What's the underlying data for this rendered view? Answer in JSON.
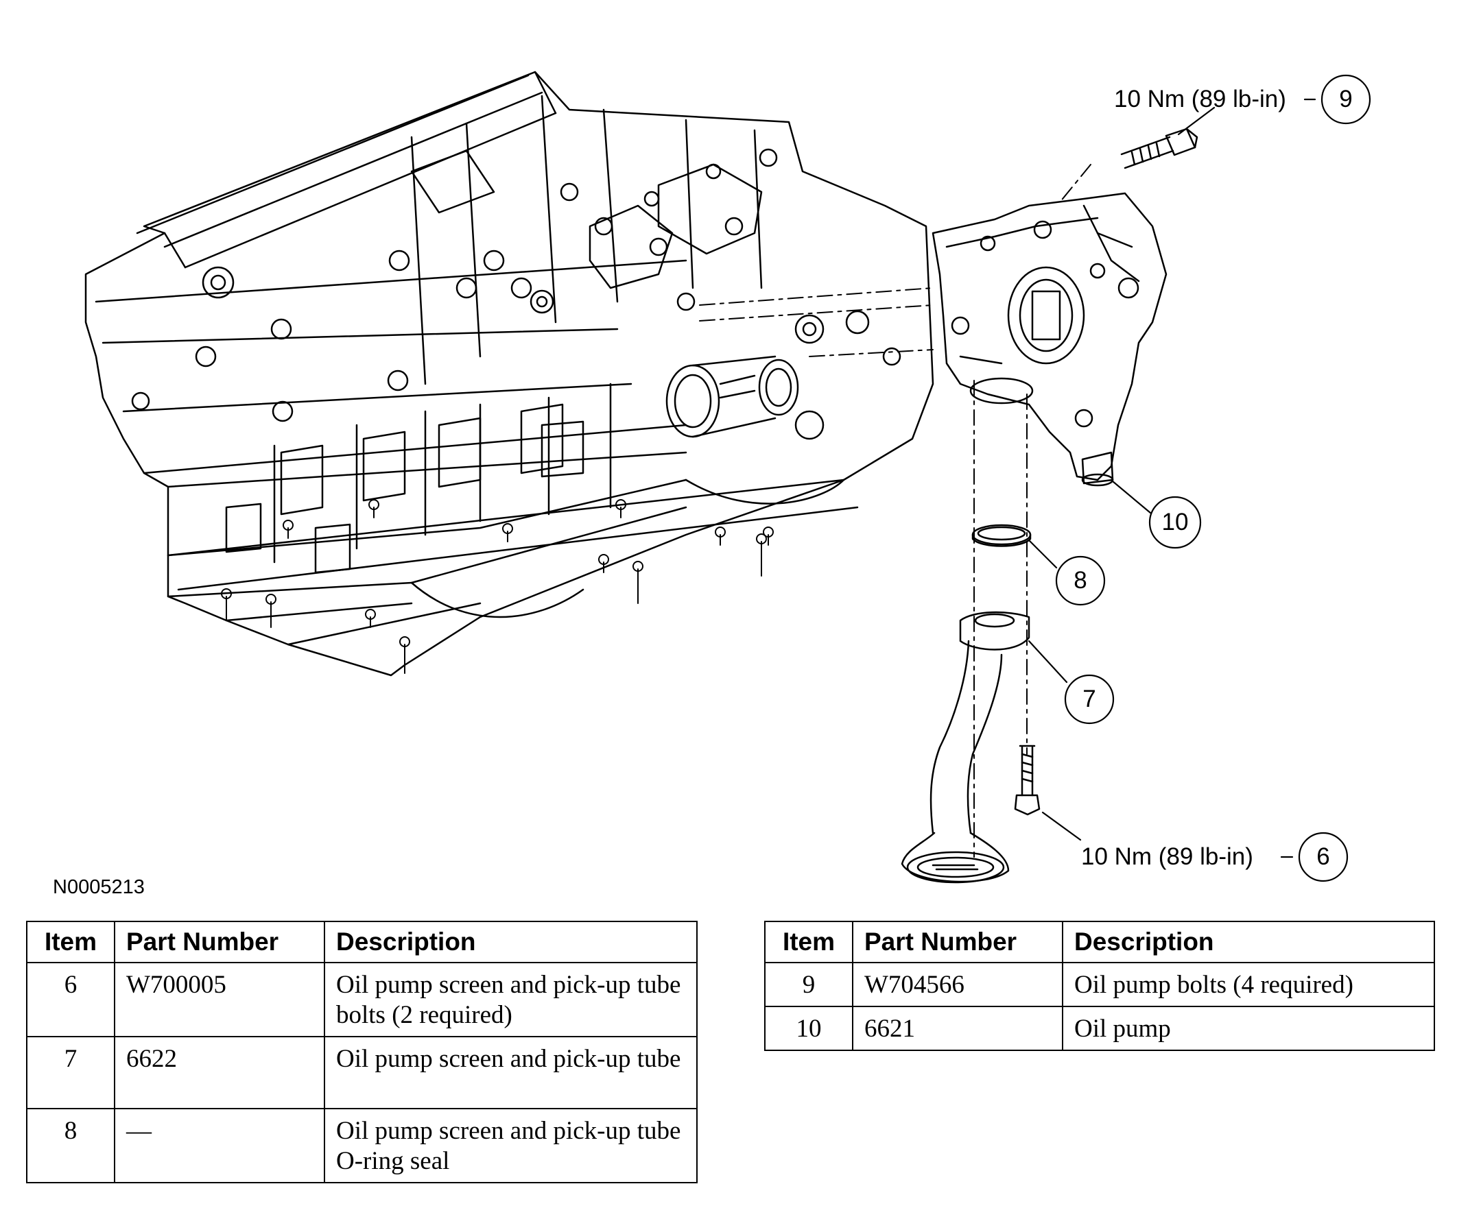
{
  "figure_id": "N0005213",
  "callouts": [
    {
      "number": "9",
      "torque": "10 Nm (89 lb-in)"
    },
    {
      "number": "10"
    },
    {
      "number": "8"
    },
    {
      "number": "7"
    },
    {
      "number": "6",
      "torque": "10 Nm (89 lb-in)"
    }
  ],
  "table_left": {
    "headers": {
      "item": "Item",
      "part_number": "Part Number",
      "description": "Description"
    },
    "rows": [
      {
        "item": "6",
        "part_number": "W700005",
        "description": "Oil pump screen and pick-up tube bolts (2 required)"
      },
      {
        "item": "7",
        "part_number": "6622",
        "description": "Oil pump screen and pick-up tube"
      },
      {
        "item": "8",
        "part_number": "—",
        "description": "Oil pump screen and pick-up tube O-ring seal"
      }
    ]
  },
  "table_right": {
    "headers": {
      "item": "Item",
      "part_number": "Part Number",
      "description": "Description"
    },
    "rows": [
      {
        "item": "9",
        "part_number": "W704566",
        "description": "Oil pump bolts (4 required)"
      },
      {
        "item": "10",
        "part_number": "6621",
        "description": "Oil pump"
      }
    ]
  }
}
